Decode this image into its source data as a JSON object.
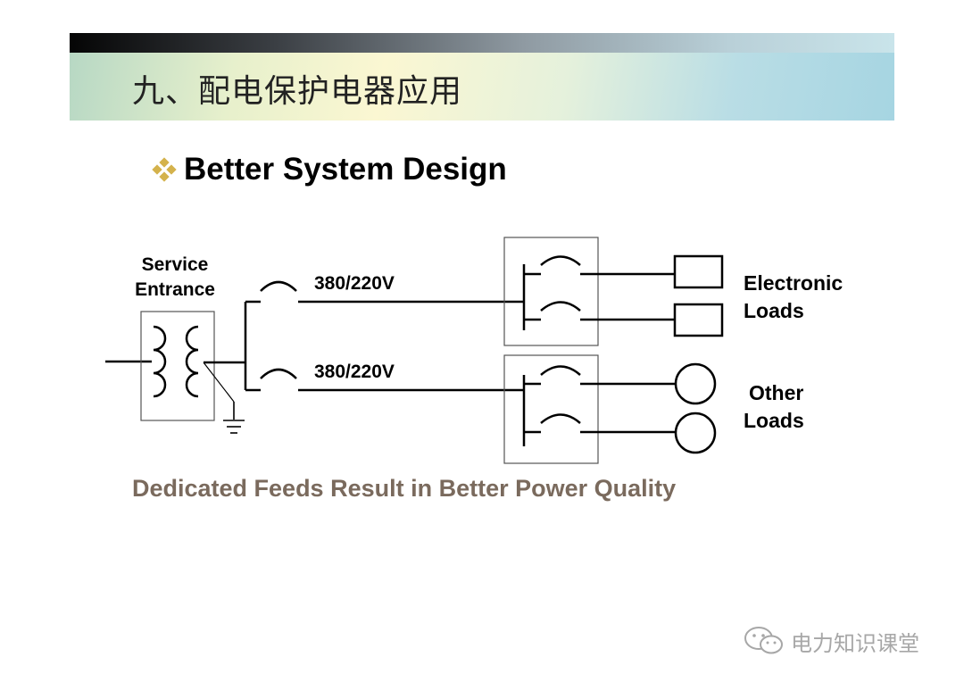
{
  "slide": {
    "title": "九、配电保护电器应用",
    "heading": "Better System Design",
    "caption": "Dedicated Feeds Result in Better Power Quality"
  },
  "diagram": {
    "service_entrance_label": [
      "Service",
      "Entrance"
    ],
    "feeders": [
      {
        "voltage": "380/220V"
      },
      {
        "voltage": "380/220V"
      }
    ],
    "load_groups": [
      {
        "label": [
          "Electronic",
          "Loads"
        ],
        "load_symbol": "rectangle"
      },
      {
        "label": [
          "Other",
          "Loads"
        ],
        "load_symbol": "circle"
      }
    ]
  },
  "watermark": {
    "text": "电力知识课堂",
    "icon": "wechat-icon"
  },
  "colors": {
    "caption": "#7a6a5d",
    "bullet": "#d4b24c",
    "watermark": "#a7a7a7"
  }
}
